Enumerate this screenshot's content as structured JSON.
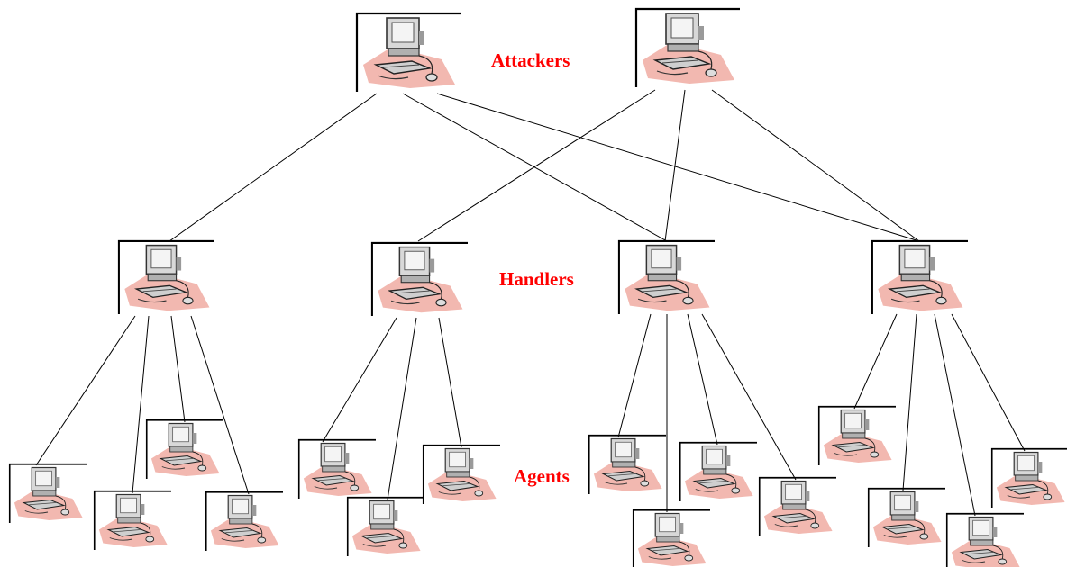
{
  "diagram": {
    "labels": {
      "attackers": "Attackers",
      "handlers": "Handlers",
      "agents": "Agents"
    },
    "colors": {
      "label": "#ff0000",
      "edge": "#000000",
      "node_shadow": "#f2b8b0",
      "monitor": "#d8d8d8"
    },
    "node_icon": "computer-icon"
  }
}
